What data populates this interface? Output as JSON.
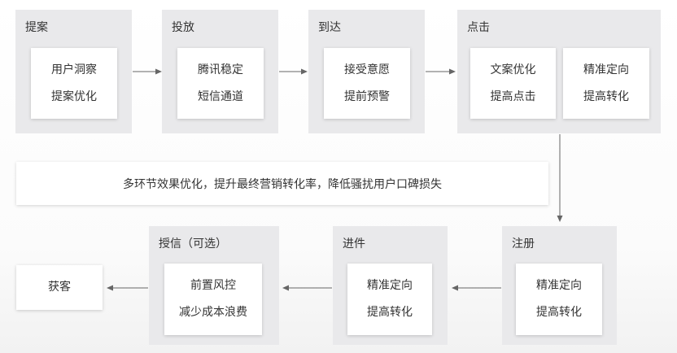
{
  "stages": {
    "proposal": {
      "title": "提案",
      "card": [
        "用户洞察",
        "提案优化"
      ]
    },
    "delivery": {
      "title": "投放",
      "card": [
        "腾讯稳定",
        "短信通道"
      ]
    },
    "arrival": {
      "title": "到达",
      "card": [
        "接受意愿",
        "提前预警"
      ]
    },
    "click": {
      "title": "点击",
      "card1": [
        "文案优化",
        "提高点击"
      ],
      "card2": [
        "精准定向",
        "提高转化"
      ]
    },
    "register": {
      "title": "注册",
      "card": [
        "精准定向",
        "提高转化"
      ]
    },
    "apply": {
      "title": "进件",
      "card": [
        "精准定向",
        "提高转化"
      ]
    },
    "credit": {
      "title": "授信（可选）",
      "card": [
        "前置风控",
        "减少成本浪费"
      ]
    },
    "acquire": {
      "card": [
        "获客"
      ]
    }
  },
  "banner": "多环节效果优化，提升最终营销转化率，降低骚扰用户口碑损失",
  "colors": {
    "stage_bg": "#e9e9eb",
    "card_bg": "#ffffff",
    "arrow": "#666666",
    "text": "#333333"
  }
}
